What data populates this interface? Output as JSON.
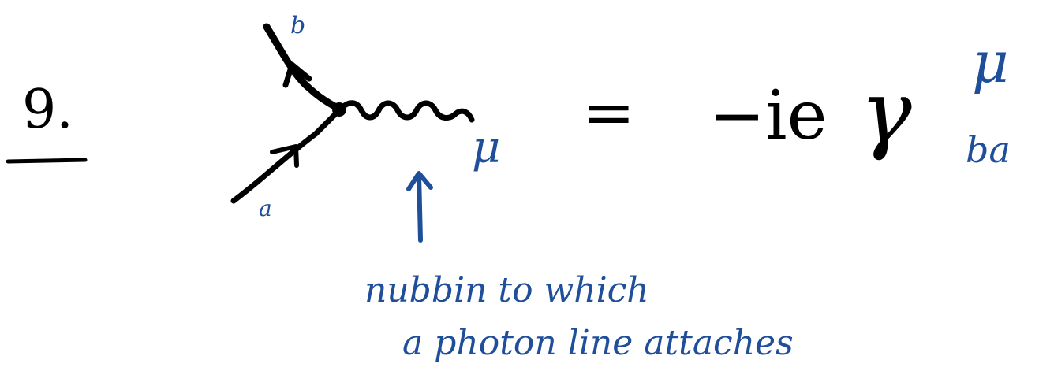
{
  "item_number": "9.",
  "labels": {
    "outgoing_fermion": "b",
    "incoming_fermion": "a",
    "photon_index": "μ"
  },
  "rule": {
    "equals": "=",
    "factor": "−ie",
    "gamma": "γ",
    "superscript": "μ",
    "subscript": "ba"
  },
  "annotation": {
    "line1": "nubbin to which",
    "line2": "a photon line attaches"
  },
  "colors": {
    "ink_black": "#000000",
    "ink_blue": "#1f4f9a"
  }
}
